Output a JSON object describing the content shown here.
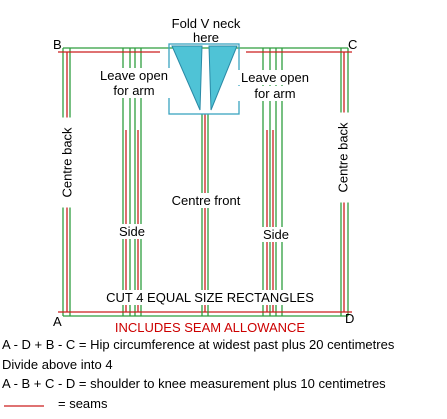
{
  "corners": {
    "a": "A",
    "b": "B",
    "c": "C",
    "d": "D"
  },
  "fold_label": {
    "line1": "Fold V neck",
    "line2": "here"
  },
  "arm_left": {
    "line1": "Leave open",
    "line2": "for arm"
  },
  "arm_right": {
    "line1": "Leave open",
    "line2": "for arm"
  },
  "centre_back_left": "Centre back",
  "centre_back_right": "Centre back",
  "centre_front": "Centre front",
  "side_left": "Side",
  "side_right": "Side",
  "cut_instruction": "CUT 4 EQUAL SIZE RECTANGLES",
  "seam_allowance": "INCLUDES SEAM ALLOWANCE",
  "notes": {
    "hip": "A - D + B - C = Hip circumference at widest past plus 20 centimetres",
    "divide": "Divide above into 4",
    "shoulder": "A - B + C - D = shoulder to knee measurement plus 10 centimetres",
    "legend_text": "= seams"
  },
  "colors": {
    "fabric_edge": "#2e9e3e",
    "seam": "#cc1f1f",
    "neck_fill": "#4fc3d6",
    "neck_box": "#3aa3c0",
    "text": "#000000"
  }
}
